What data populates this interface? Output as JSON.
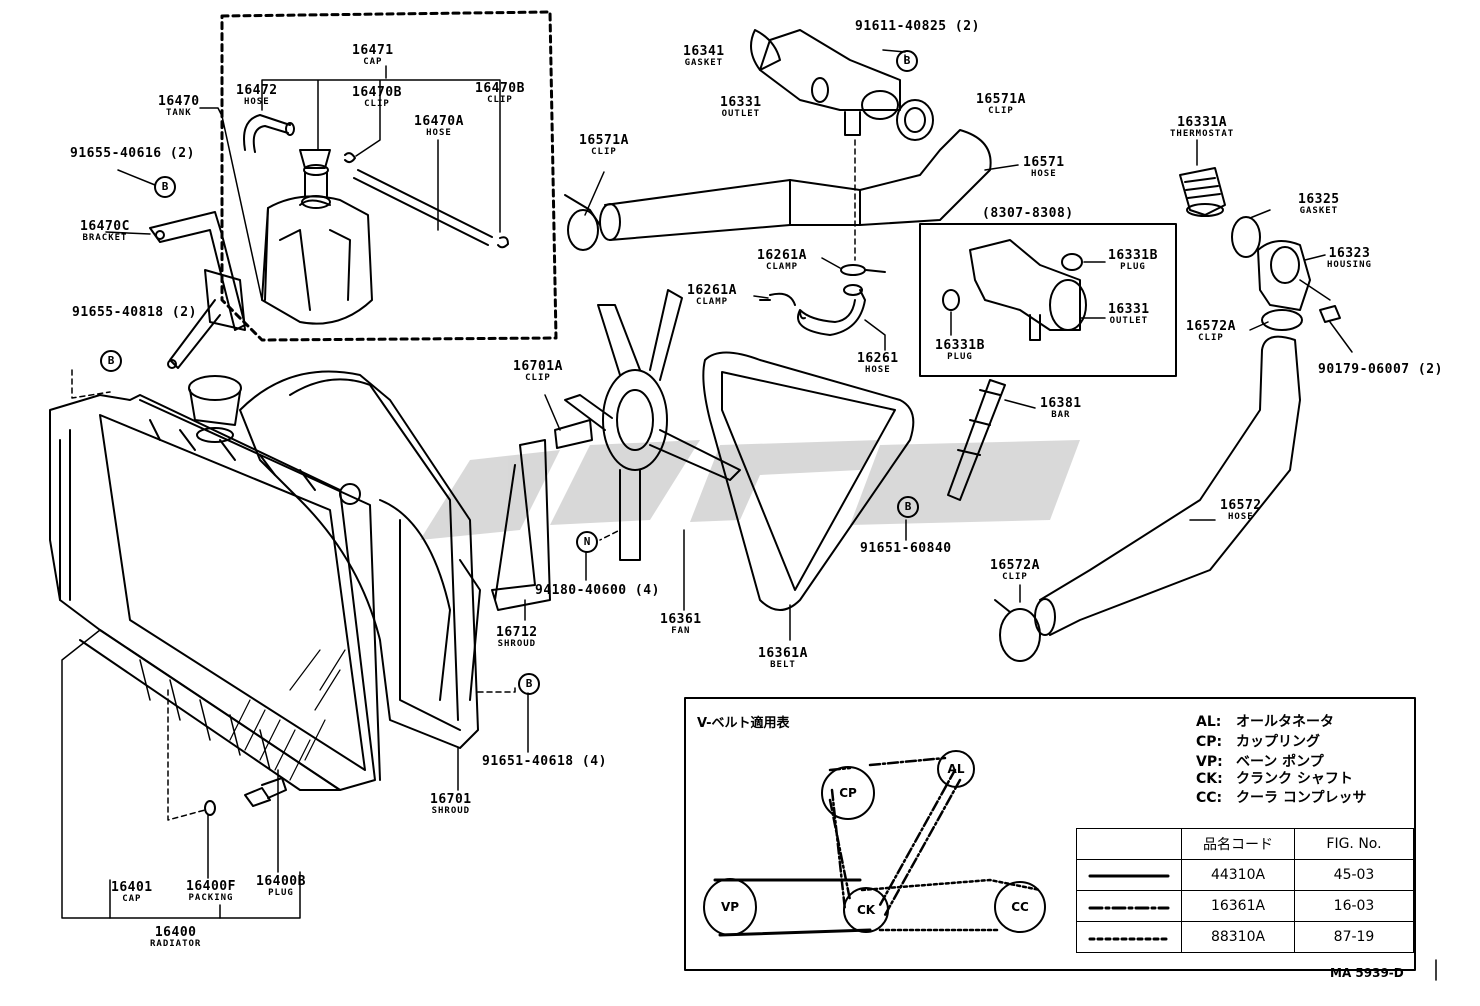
{
  "parts": {
    "p16471": {
      "num": "16471",
      "name": "CAP"
    },
    "p16472": {
      "num": "16472",
      "name": "HOSE"
    },
    "p16470B_1": {
      "num": "16470B",
      "name": "CLIP"
    },
    "p16470B_2": {
      "num": "16470B",
      "name": "CLIP"
    },
    "p16470A": {
      "num": "16470A",
      "name": "HOSE"
    },
    "p16470": {
      "num": "16470",
      "name": "TANK"
    },
    "p16470C": {
      "num": "16470C",
      "name": "BRACKET"
    },
    "p16341": {
      "num": "16341",
      "name": "GASKET"
    },
    "p16331": {
      "num": "16331",
      "name": "OUTLET"
    },
    "p16571A_top": {
      "num": "16571A",
      "name": "CLIP"
    },
    "p16571A_left": {
      "num": "16571A",
      "name": "CLIP"
    },
    "p16571": {
      "num": "16571",
      "name": "HOSE"
    },
    "p16331A": {
      "num": "16331A",
      "name": "THERMOSTAT"
    },
    "p16325": {
      "num": "16325",
      "name": "GASKET"
    },
    "p16323": {
      "num": "16323",
      "name": "HOUSING"
    },
    "p16261A_1": {
      "num": "16261A",
      "name": "CLAMP"
    },
    "p16261A_2": {
      "num": "16261A",
      "name": "CLAMP"
    },
    "p16261": {
      "num": "16261",
      "name": "HOSE"
    },
    "p16331B_1": {
      "num": "16331B",
      "name": "PLUG"
    },
    "p16331B_2": {
      "num": "16331B",
      "name": "PLUG"
    },
    "p16331_b": {
      "num": "16331",
      "name": "OUTLET"
    },
    "p16572A_1": {
      "num": "16572A",
      "name": "CLIP"
    },
    "p16572A_2": {
      "num": "16572A",
      "name": "CLIP"
    },
    "p16572": {
      "num": "16572",
      "name": "HOSE"
    },
    "p16381": {
      "num": "16381",
      "name": "BAR"
    },
    "p16701A": {
      "num": "16701A",
      "name": "CLIP"
    },
    "p16712": {
      "num": "16712",
      "name": "SHROUD"
    },
    "p16361": {
      "num": "16361",
      "name": "FAN"
    },
    "p16361A": {
      "num": "16361A",
      "name": "BELT"
    },
    "p16701": {
      "num": "16701",
      "name": "SHROUD"
    },
    "p16401": {
      "num": "16401",
      "name": "CAP"
    },
    "p16400F": {
      "num": "16400F",
      "name": "PACKING"
    },
    "p16400B": {
      "num": "16400B",
      "name": "PLUG"
    },
    "p16400": {
      "num": "16400",
      "name": "RADIATOR"
    }
  },
  "fasteners": {
    "f91611": "91611-40825 (2)",
    "f91655_40616": "91655-40616 (2)",
    "f91655_40818": "91655-40818 (2)",
    "f90179": "90179-06007 (2)",
    "f91651_60840": "91651-60840",
    "f94180": "94180-40600 (4)",
    "f91651_40618": "91651-40618 (4)"
  },
  "bolt_markers": {
    "b": "B",
    "n": "N"
  },
  "inset_range": "(8307-8308)",
  "legend": {
    "title": "V-ベルト適用表",
    "abbreviations": [
      {
        "key": "AL:",
        "value": "オールタネータ"
      },
      {
        "key": "CP:",
        "value": "カップリング"
      },
      {
        "key": "VP:",
        "value": "ベーン ポンプ"
      },
      {
        "key": "CK:",
        "value": "クランク シャフト"
      },
      {
        "key": "CC:",
        "value": "クーラ コンプレッサ"
      }
    ],
    "pulleys": {
      "al": "AL",
      "cp": "CP",
      "vp": "VP",
      "ck": "CK",
      "cc": "CC"
    },
    "table": {
      "headers": [
        "品名コード",
        "FIG. No."
      ],
      "rows": [
        {
          "line": "solid",
          "code": "44310A",
          "fig": "45-03"
        },
        {
          "line": "dash-dot",
          "code": "16361A",
          "fig": "16-03"
        },
        {
          "line": "dotted",
          "code": "88310A",
          "fig": "87-19"
        }
      ]
    }
  },
  "drawing_ref": "MA 5939-D"
}
